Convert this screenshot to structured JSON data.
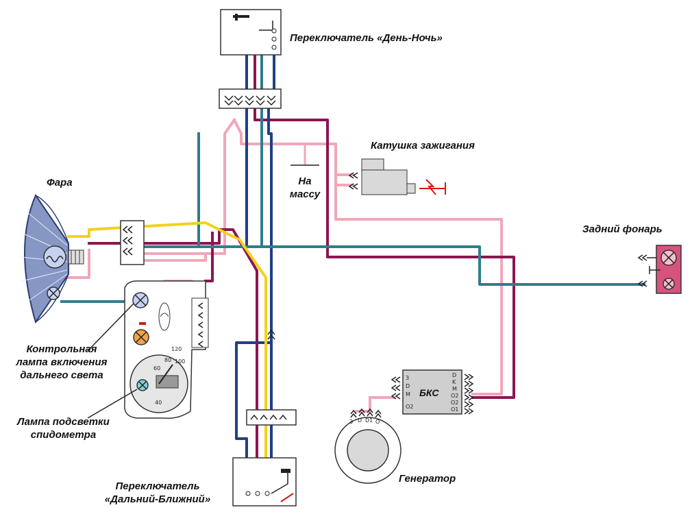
{
  "labels": {
    "day_night_switch": "Переключатель «День-Ночь»",
    "ignition_coil": "Катушка зажигания",
    "ground_line1": "На",
    "ground_line2": "массу",
    "headlight": "Фара",
    "rear_light": "Задний фонарь",
    "high_beam_lamp_l1": "Контрольная",
    "high_beam_lamp_l2": "лампа включения",
    "high_beam_lamp_l3": "дальнего света",
    "speedo_lamp_l1": "Лампа подсветки",
    "speedo_lamp_l2": "спидометра",
    "beam_switch_l1": "Переключатель",
    "beam_switch_l2": "«Дальний-Ближний»",
    "generator": "Генератор",
    "bks": "БКС"
  },
  "bks_terminals_left": [
    "3",
    "D",
    "M",
    "O2"
  ],
  "bks_terminals_right": [
    "D",
    "K",
    "M",
    "O2",
    "O2",
    "O1"
  ],
  "generator_terminals": [
    "З",
    "D",
    "D1",
    "O"
  ],
  "speedometer_marks": [
    "60",
    "80",
    "100",
    "120",
    "40"
  ],
  "wire_colors": {
    "pink": "#f0a7b8",
    "light_pink": "#f5c2cf",
    "maroon": "#8a1650",
    "dark_blue": "#1f3f86",
    "teal": "#2e7d8c",
    "yellow": "#f2d21b"
  }
}
